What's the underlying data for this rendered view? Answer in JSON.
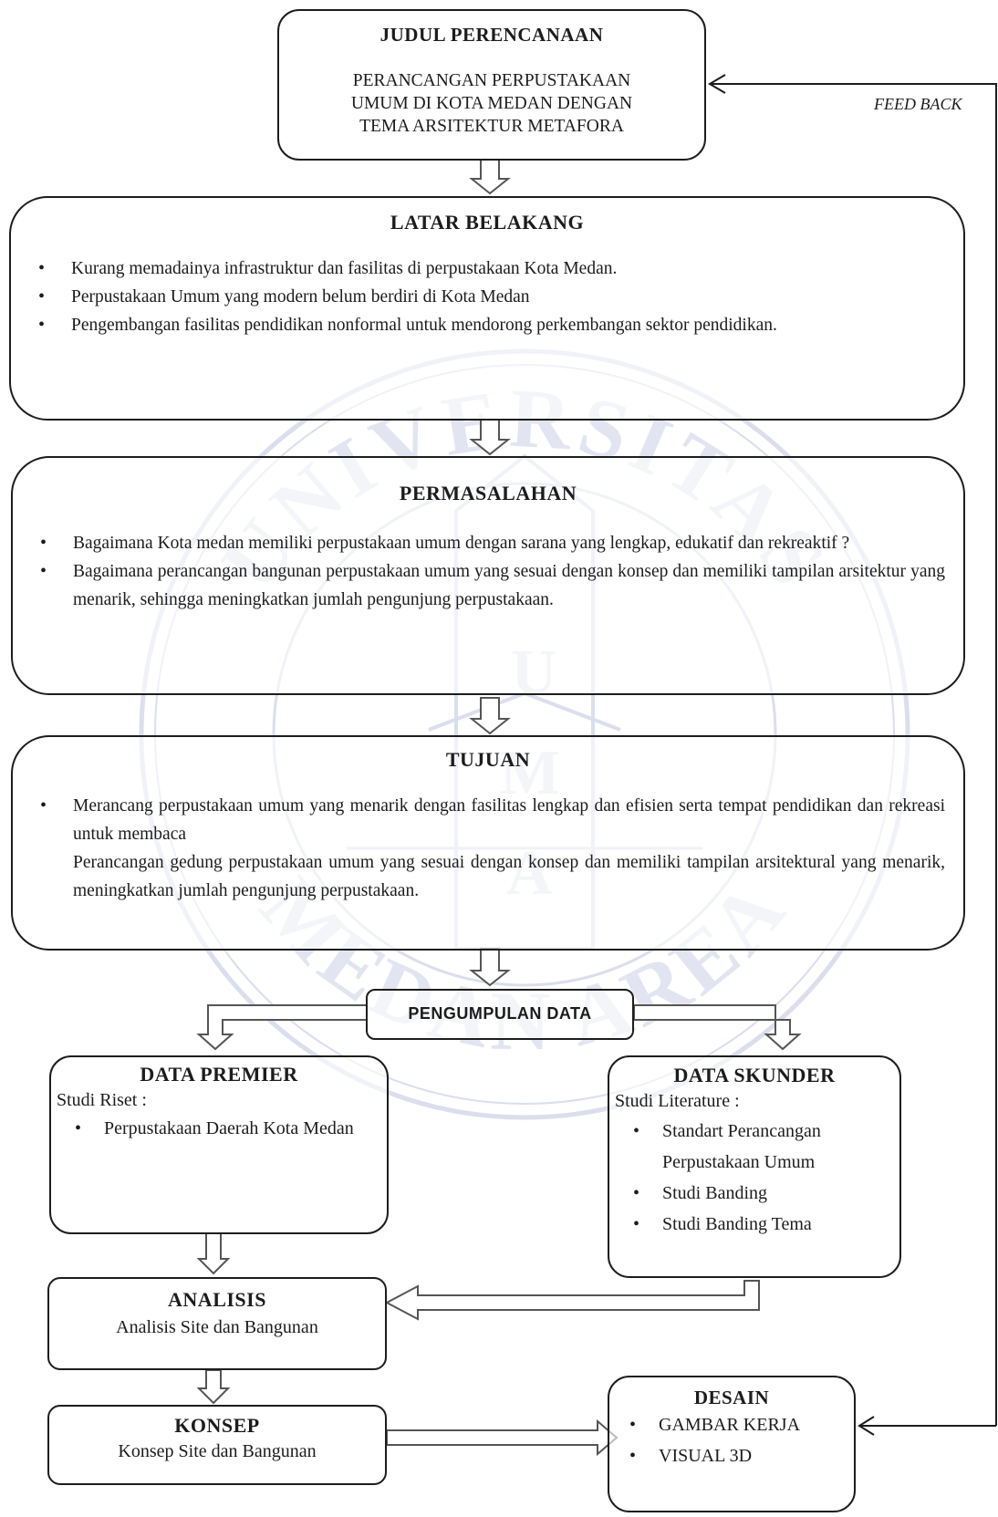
{
  "judul": {
    "title": "JUDUL PERENCANAAN",
    "lines": [
      "PERANCANGAN PERPUSTAKAAN",
      "UMUM DI KOTA MEDAN DENGAN",
      "TEMA ARSITEKTUR METAFORA"
    ]
  },
  "feedback_label": "FEED BACK",
  "latar": {
    "title": "LATAR BELAKANG",
    "items": [
      "Kurang memadainya infrastruktur dan fasilitas di perpustakaan Kota Medan.",
      "Perpustakaan Umum yang modern belum berdiri di Kota Medan",
      "Pengembangan fasilitas pendidikan nonformal untuk mendorong perkembangan sektor pendidikan."
    ]
  },
  "permasalahan": {
    "title": "PERMASALAHAN",
    "items": [
      "Bagaimana Kota medan memiliki perpustakaan umum dengan sarana yang lengkap, edukatif dan rekreaktif ?",
      "Bagaimana perancangan bangunan perpustakaan umum yang sesuai dengan konsep dan memiliki tampilan arsitektur yang menarik, sehingga meningkatkan jumlah pengunjung perpustakaan."
    ]
  },
  "tujuan": {
    "title": "TUJUAN",
    "items": [
      "Merancang perpustakaan umum yang menarik dengan fasilitas lengkap dan efisien serta tempat pendidikan dan rekreasi untuk membaca",
      "Perancangan gedung perpustakaan umum yang sesuai dengan konsep dan memiliki tampilan arsitektural yang menarik, meningkatkan jumlah pengunjung perpustakaan."
    ]
  },
  "pengumpulan": {
    "title": "PENGUMPULAN DATA"
  },
  "data_premier": {
    "title": "DATA PREMIER",
    "subtitle": "Studi Riset :",
    "items": [
      "Perpustakaan Daerah Kota Medan"
    ]
  },
  "data_skunder": {
    "title": "DATA SKUNDER",
    "subtitle": "Studi Literature :",
    "items": [
      "Standart Perancangan Perpustakaan Umum",
      "Studi Banding",
      "Studi Banding Tema"
    ]
  },
  "analisis": {
    "title": "ANALISIS",
    "text": "Analisis Site dan Bangunan"
  },
  "konsep": {
    "title": "KONSEP",
    "text": "Konsep Site dan Bangunan"
  },
  "desain": {
    "title": "DESAIN",
    "items": [
      "GAMBAR KERJA",
      "VISUAL 3D"
    ]
  },
  "watermark": {
    "top_text": "UNIVERSITAS",
    "bottom_text": "MEDAN AREA",
    "center_letters": [
      "U",
      "M",
      "A"
    ],
    "color": "#3a4fa0"
  },
  "colors": {
    "line": "#1d1d1d",
    "arrow": "#6b6b6b"
  }
}
